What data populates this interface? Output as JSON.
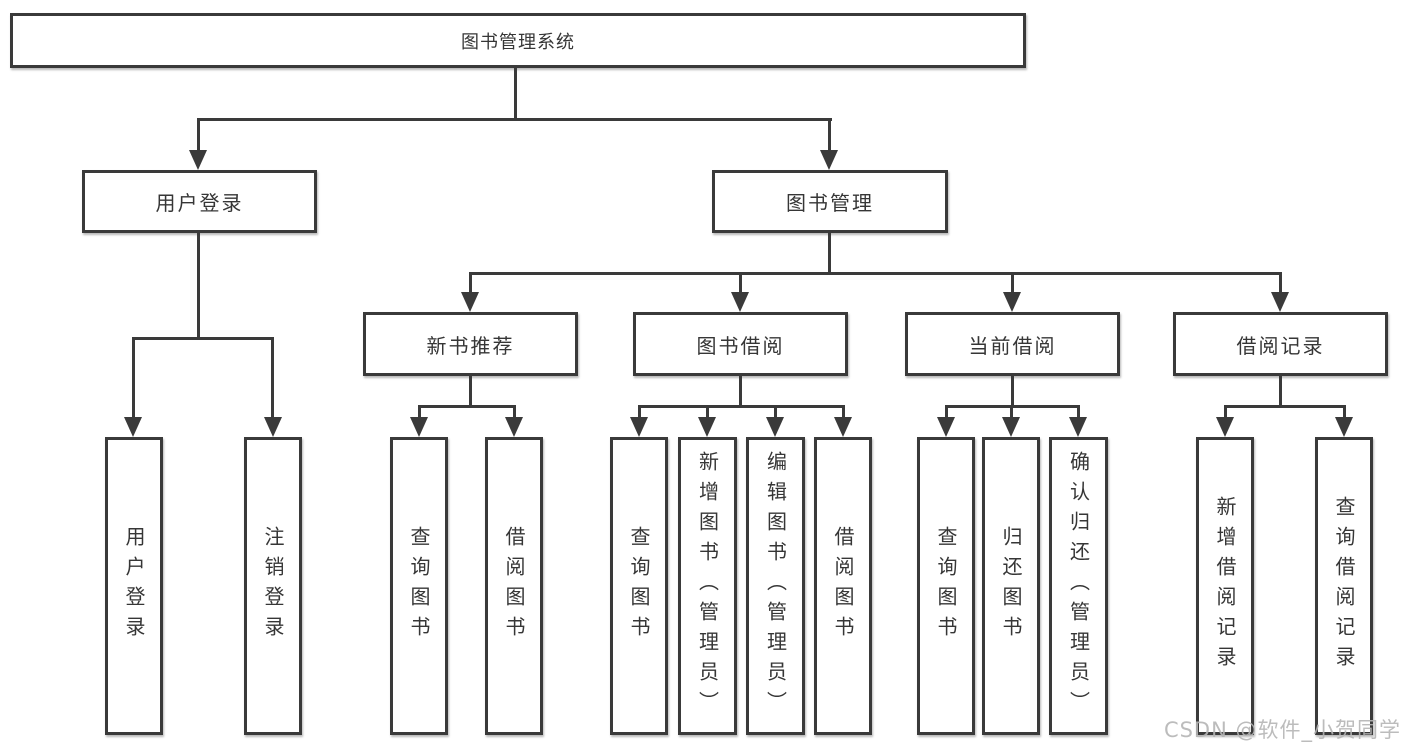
{
  "diagram": {
    "title": "图书管理系统",
    "level2": [
      {
        "label": "用户登录"
      },
      {
        "label": "图书管理"
      }
    ],
    "level3": [
      {
        "label": "新书推荐"
      },
      {
        "label": "图书借阅"
      },
      {
        "label": "当前借阅"
      },
      {
        "label": "借阅记录"
      }
    ],
    "leaves": [
      {
        "parent": "用户登录",
        "label": "用户登录"
      },
      {
        "parent": "用户登录",
        "label": "注销登录"
      },
      {
        "parent": "新书推荐",
        "label": "查询图书"
      },
      {
        "parent": "新书推荐",
        "label": "借阅图书"
      },
      {
        "parent": "图书借阅",
        "label": "查询图书"
      },
      {
        "parent": "图书借阅",
        "label": "新增图书（管理员）"
      },
      {
        "parent": "图书借阅",
        "label": "编辑图书（管理员）"
      },
      {
        "parent": "图书借阅",
        "label": "借阅图书"
      },
      {
        "parent": "当前借阅",
        "label": "查询图书"
      },
      {
        "parent": "当前借阅",
        "label": "归还图书"
      },
      {
        "parent": "当前借阅",
        "label": "确认归还（管理员）"
      },
      {
        "parent": "借阅记录",
        "label": "新增借阅记录"
      },
      {
        "parent": "借阅记录",
        "label": "查询借阅记录"
      }
    ],
    "watermark": "CSDN @软件_小贺同学",
    "colors": {
      "line": "#3a3a3a",
      "text": "#363636",
      "background": "#ffffff",
      "watermark": "#b5b5b5"
    }
  }
}
